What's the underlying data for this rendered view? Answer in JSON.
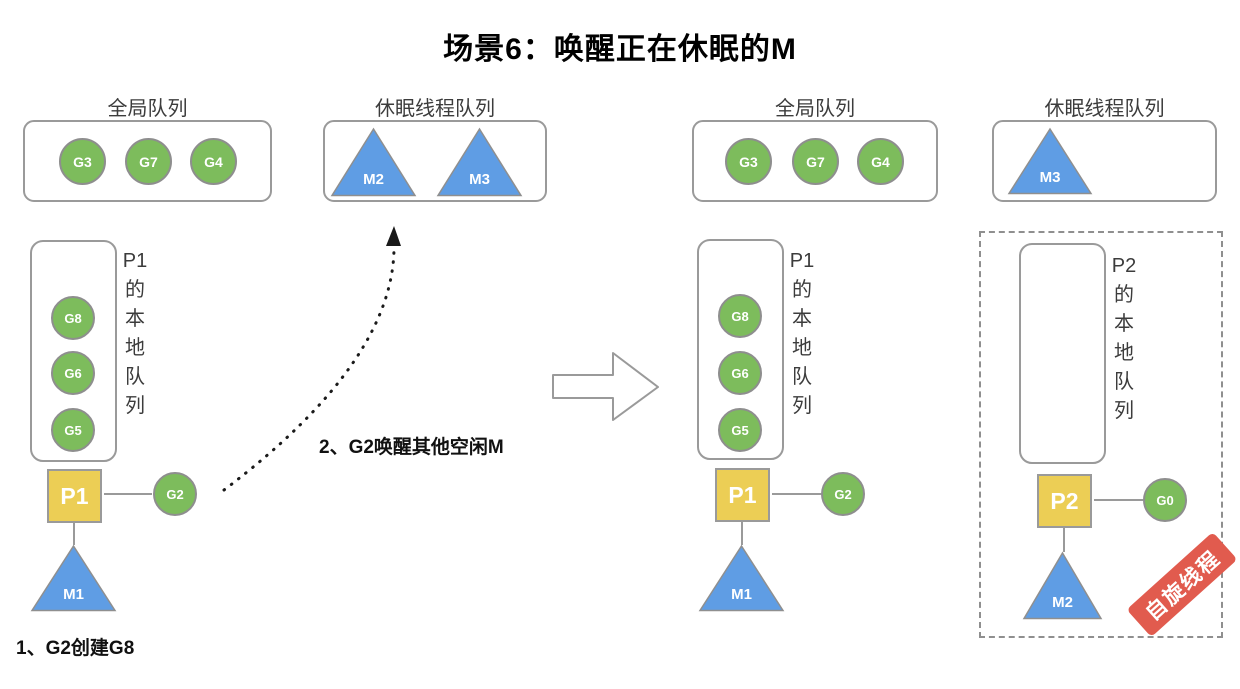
{
  "title": "场景6：唤醒正在休眠的M",
  "notes": {
    "step1": "1、G2创建G8",
    "step2": "2、G2唤醒其他空闲M"
  },
  "left": {
    "global_queue": {
      "label": "全局队列",
      "items": [
        "G3",
        "G7",
        "G4"
      ]
    },
    "sleep_queue": {
      "label": "休眠线程队列",
      "items": [
        "M2",
        "M3"
      ]
    },
    "local_queue": {
      "label": "P1\n的\n本\n地\n队\n列",
      "items": [
        "G8",
        "G6",
        "G5"
      ]
    },
    "processor": "P1",
    "running_g": "G2",
    "machine": "M1"
  },
  "right": {
    "global_queue": {
      "label": "全局队列",
      "items": [
        "G3",
        "G7",
        "G4"
      ]
    },
    "sleep_queue": {
      "label": "休眠线程队列",
      "items": [
        "M3"
      ]
    },
    "local_queue": {
      "label": "P1\n的\n本\n地\n队\n列",
      "items": [
        "G8",
        "G6",
        "G5"
      ]
    },
    "processor": "P1",
    "running_g": "G2",
    "machine": "M1",
    "spinning": {
      "local_queue": {
        "label": "P2\n的\n本\n地\n队\n列",
        "items": []
      },
      "processor": "P2",
      "running_g": "G0",
      "machine": "M2",
      "badge": "自旋线程"
    }
  },
  "colors": {
    "goroutine_green": "#7dbc5c",
    "machine_blue": "#5f9de4",
    "processor_yellow": "#ecce55",
    "badge_red": "#e15b4e",
    "outline_gray": "#9a9a9a"
  }
}
